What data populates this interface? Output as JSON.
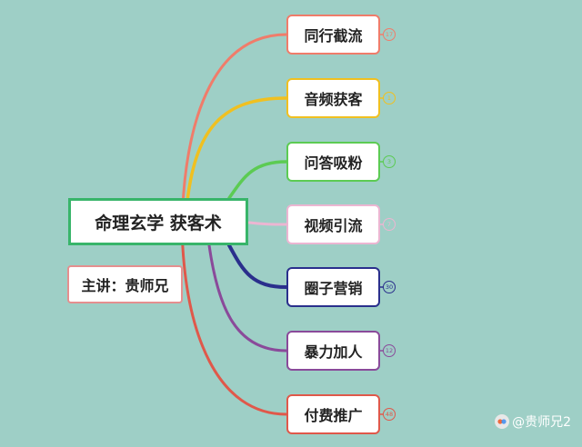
{
  "mindmap": {
    "root": {
      "label": "命理玄学 获客术",
      "border_color": "#38b56a"
    },
    "sub_node": {
      "label": "主讲：贵师兄",
      "border_color": "#e58f8f"
    },
    "branches": [
      {
        "label": "同行截流",
        "color": "#f07c6a",
        "badge": "17"
      },
      {
        "label": "音频获客",
        "color": "#f0c020",
        "badge": "1"
      },
      {
        "label": "问答吸粉",
        "color": "#5ccb53",
        "badge": "3"
      },
      {
        "label": "视频引流",
        "color": "#ecb6d2",
        "badge": "7"
      },
      {
        "label": "圈子营销",
        "color": "#2a2f8c",
        "badge": "30"
      },
      {
        "label": "暴力加人",
        "color": "#8a4a9a",
        "badge": "12"
      },
      {
        "label": "付费推广",
        "color": "#e0584a",
        "badge": "48"
      }
    ]
  },
  "watermark": {
    "text": "@贵师兄2"
  }
}
